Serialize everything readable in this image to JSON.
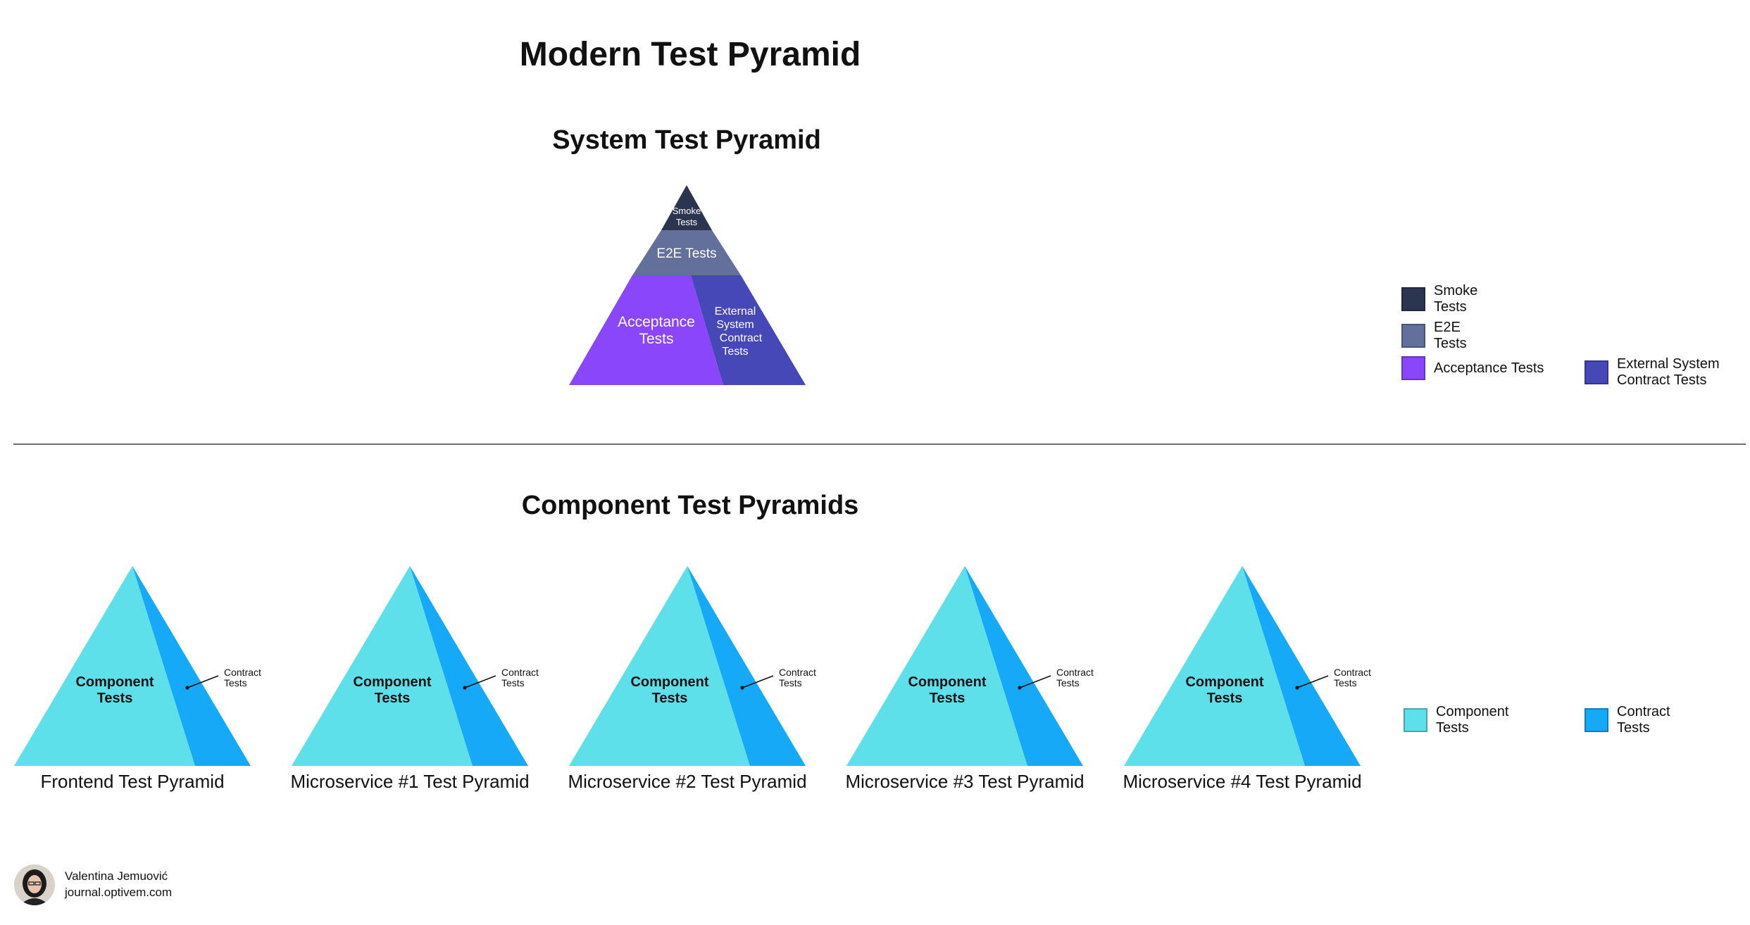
{
  "title": "Modern Test Pyramid",
  "system": {
    "title": "System Test Pyramid",
    "smoke_l1": "Smoke",
    "smoke_l2": "Tests",
    "e2e": "E2E Tests",
    "acceptance_l1": "Acceptance",
    "acceptance_l2": "Tests",
    "external_l1": "External",
    "external_l2": "System",
    "external_l3": "Contract",
    "external_l4": "Tests",
    "colors": {
      "smoke": "#2c3550",
      "e2e": "#63709b",
      "acceptance": "#8a46fa",
      "external": "#4548b6"
    }
  },
  "system_legend": {
    "smoke": "Smoke Tests",
    "e2e": "E2E Tests",
    "acceptance": "Acceptance Tests",
    "external": "External System\nContract Tests"
  },
  "components": {
    "title": "Component Test Pyramids",
    "component_l1": "Component",
    "component_l2": "Tests",
    "contract_l1": "Contract",
    "contract_l2": "Tests",
    "colors": {
      "component": "#5de0ea",
      "contract": "#16a9f7"
    },
    "pyramids": [
      {
        "caption": "Frontend Test Pyramid"
      },
      {
        "caption": "Microservice #1 Test Pyramid"
      },
      {
        "caption": "Microservice #2 Test Pyramid"
      },
      {
        "caption": "Microservice #3 Test Pyramid"
      },
      {
        "caption": "Microservice #4 Test Pyramid"
      }
    ]
  },
  "component_legend": {
    "component": "Component Tests",
    "contract": "Contract Tests"
  },
  "author": {
    "name": "Valentina Jemuović",
    "site": "journal.optivem.com"
  }
}
